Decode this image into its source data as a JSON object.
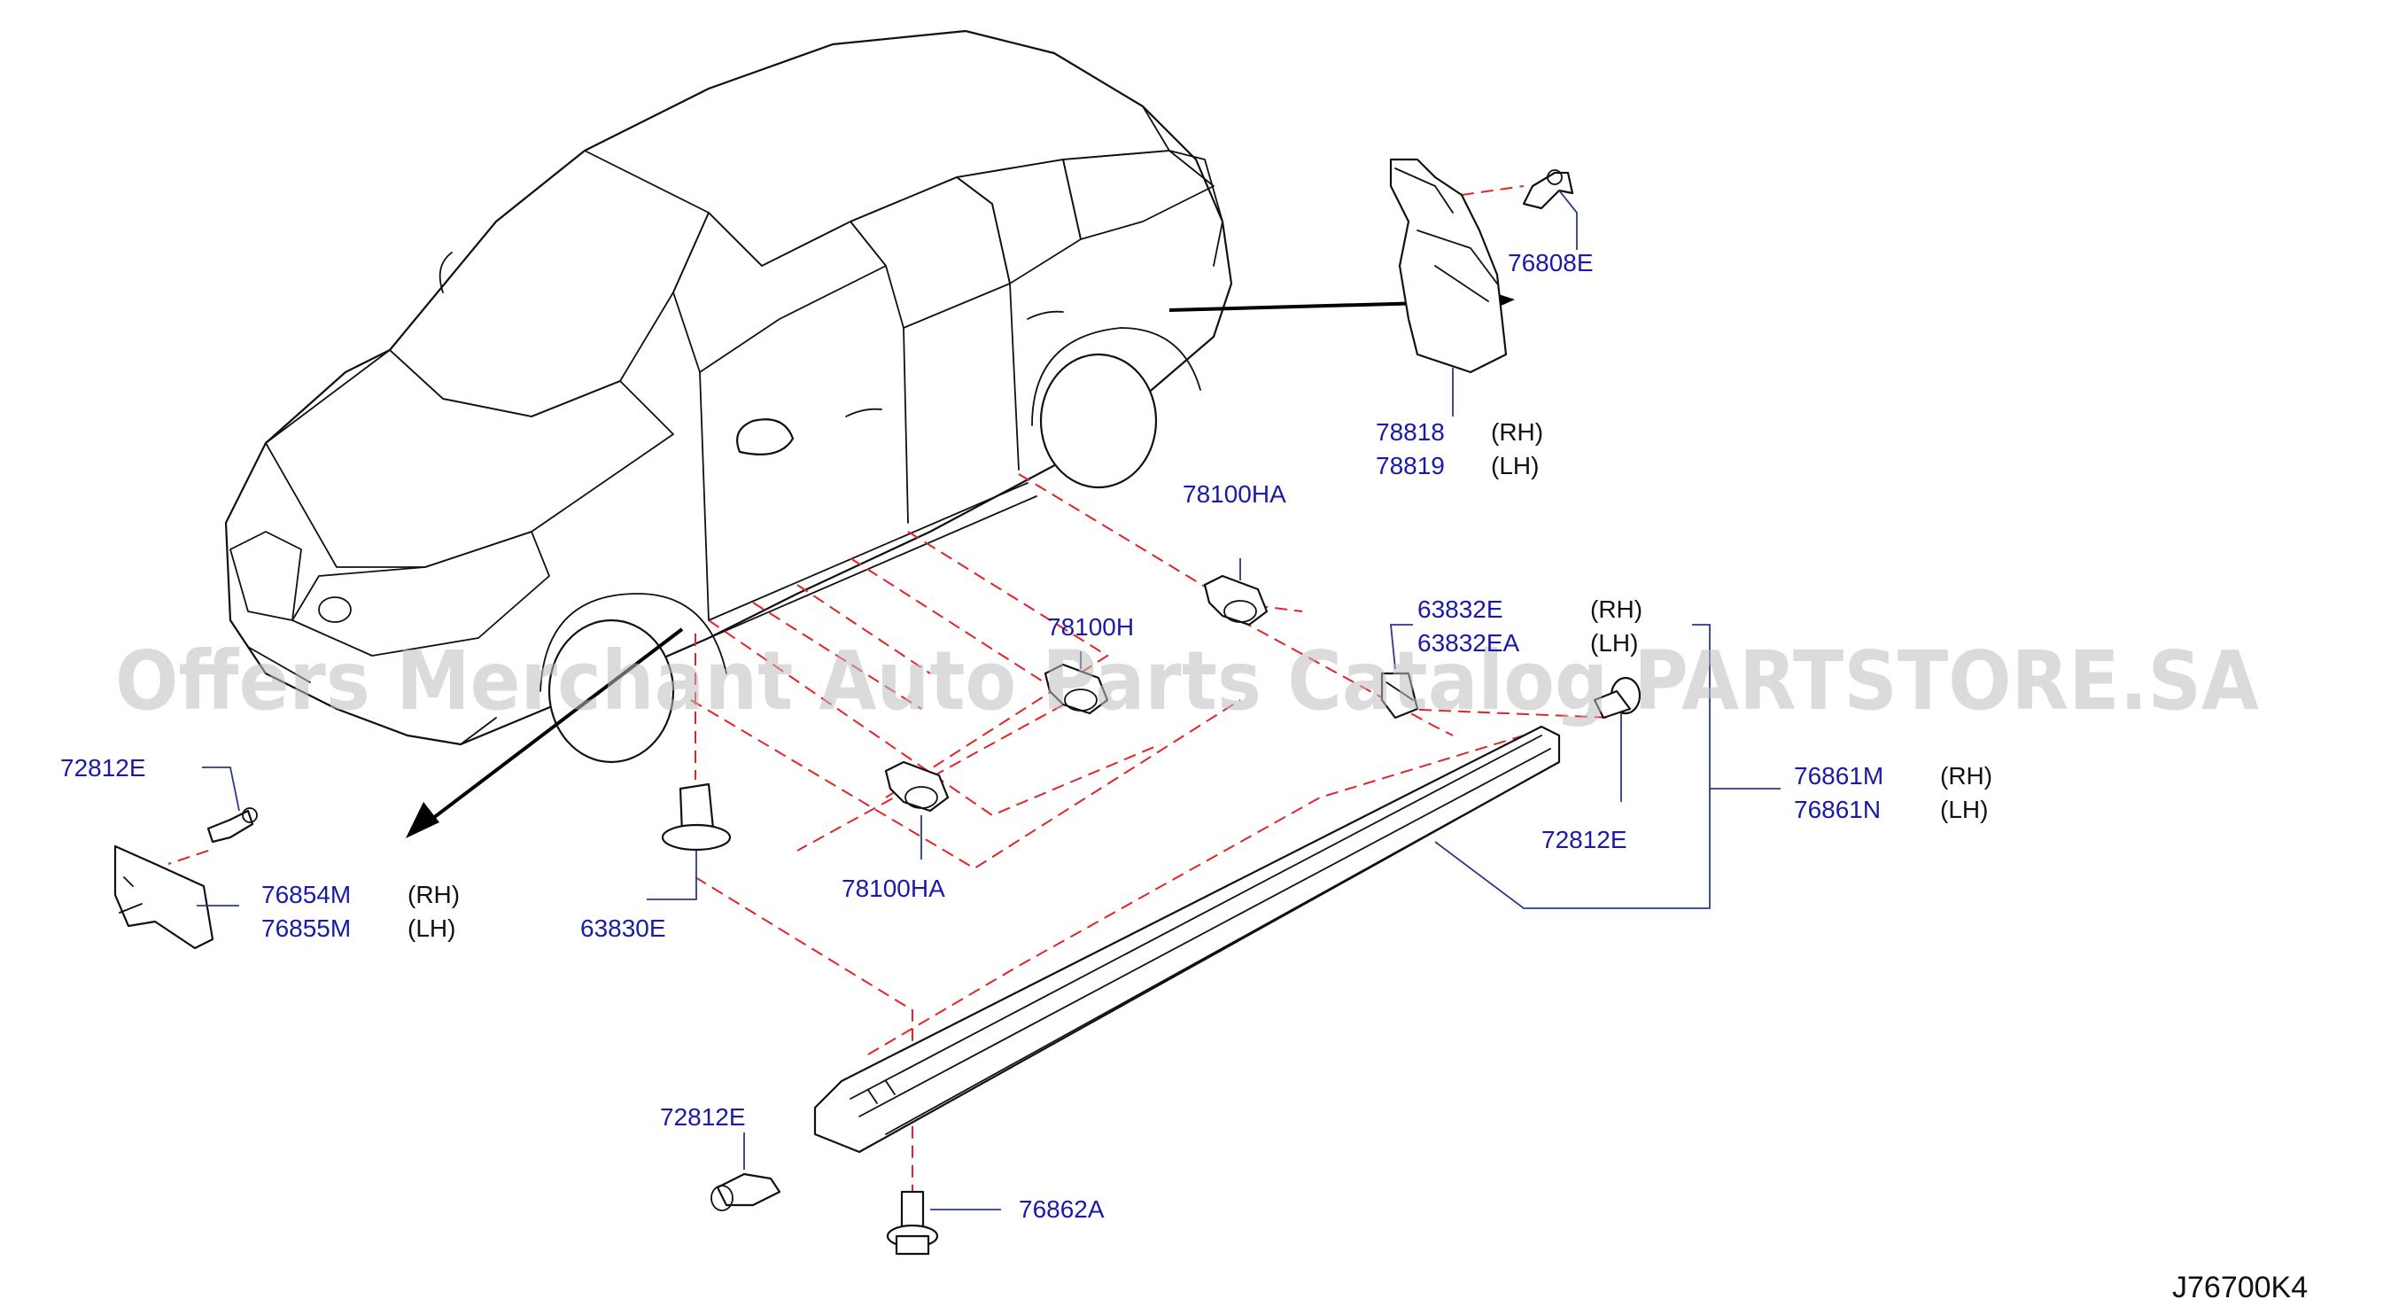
{
  "watermark": "Offers Merchant Auto Parts Catalog PARTSTORE.SA",
  "diagram_ref": "J76700K4",
  "labels": {
    "p76808E": "76808E",
    "p78818": "78818",
    "p78818_side": "(RH)",
    "p78819": "78819",
    "p78819_side": "(LH)",
    "p78100HA_top": "78100HA",
    "p78100H": "78100H",
    "p63832E": "63832E",
    "p63832E_side": "(RH)",
    "p63832EA": "63832EA",
    "p63832EA_side": "(LH)",
    "p72812E_right": "72812E",
    "p76861M": "76861M",
    "p76861M_side": "(RH)",
    "p76861N": "76861N",
    "p76861N_side": "(LH)",
    "p72812E_left": "72812E",
    "p76854M": "76854M",
    "p76854M_side": "(RH)",
    "p76855M": "76855M",
    "p76855M_side": "(LH)",
    "p78100HA_bottom": "78100HA",
    "p63830E": "63830E",
    "p72812E_bottom": "72812E",
    "p76862A": "76862A"
  }
}
